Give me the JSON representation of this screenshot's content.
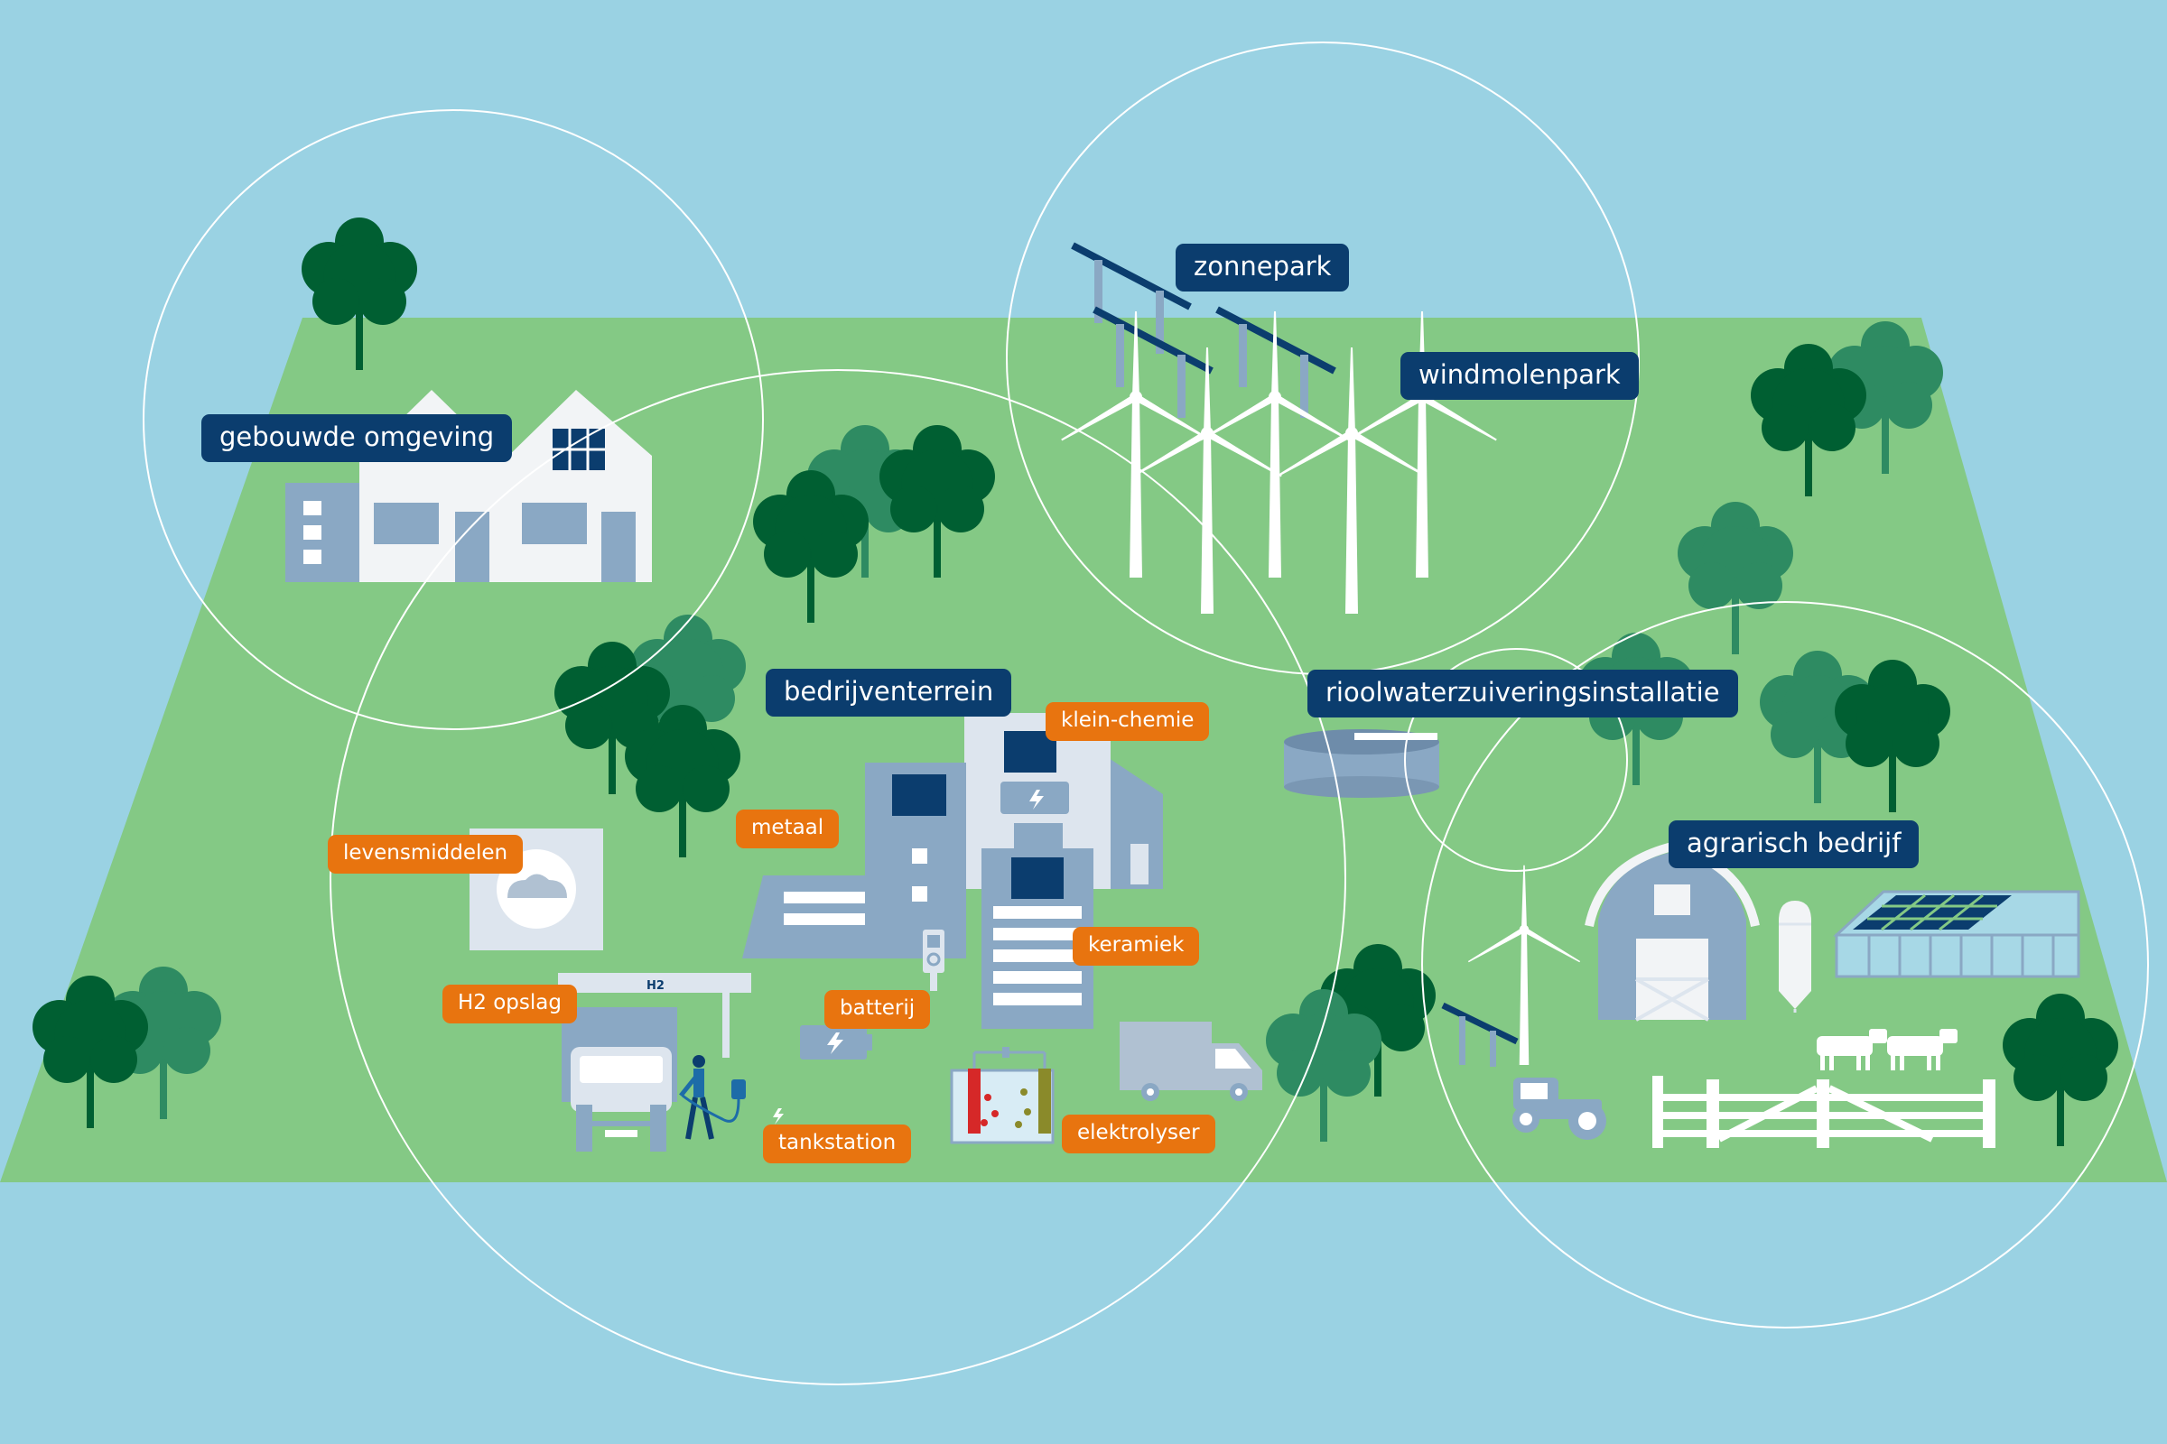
{
  "labels": {
    "built_environment": "gebouwde omgeving",
    "solar_park": "zonnepark",
    "wind_park": "windmolenpark",
    "business_park": "bedrijventerrein",
    "sewage_plant": "rioolwaterzuiveringsinstallatie",
    "agriculture": "agrarisch bedrijf",
    "small_chemistry": "klein-chemie",
    "metal": "metaal",
    "food": "levensmiddelen",
    "ceramics": "keramiek",
    "h2_storage": "H2 opslag",
    "battery": "batterij",
    "gas_station": "tankstation",
    "electrolyser": "elektrolyser"
  },
  "station_sign": "H2",
  "colors": {
    "sky": "#9ad2e3",
    "grass": "#84c985",
    "tree_dark": "#005f32",
    "tree_mid": "#2e8b62",
    "building": "#8aa8c4",
    "building_light": "#dde5ee",
    "navy_label": "#0b3d6e",
    "orange_label": "#e8740f",
    "solar_panel": "#0b3d6e"
  }
}
